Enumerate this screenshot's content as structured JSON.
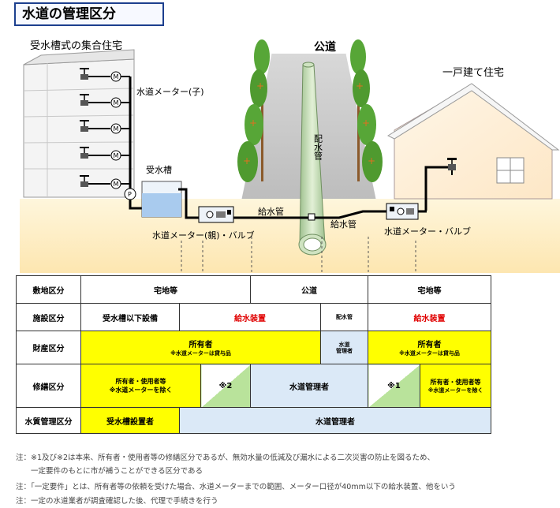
{
  "title": "水道の管理区分",
  "diagram": {
    "apartment_label": "受水槽式の集合住宅",
    "house_label": "一戸建て住宅",
    "road_label": "公道",
    "main_pipe_label": "配水管",
    "sub_meter_label": "水道メーター(子)",
    "tank_label": "受水槽",
    "service_pipe_left": "給水管",
    "service_pipe_right": "給水管",
    "parent_meter_label": "水道メーター(親)・バルブ",
    "house_meter_label": "水道メーター・バルブ",
    "meter_symbol": "M",
    "pump_symbol": "P"
  },
  "table": {
    "rows": [
      {
        "header": "敷地区分",
        "cells": [
          "宅地等",
          "公道",
          "宅地等"
        ]
      },
      {
        "header": "施設区分",
        "cells": [
          "受水槽以下設備",
          "給水装置",
          "配水管",
          "給水装置"
        ]
      },
      {
        "header": "財産区分",
        "owner_left": "所有者",
        "owner_left_note": "※水道メーターは貸与品",
        "mid_a": "水道",
        "mid_b": "管理者",
        "owner_right": "所有者",
        "owner_right_note": "※水道メーターは貸与品"
      },
      {
        "header": "修繕区分",
        "left_a": "所有者・使用者等",
        "left_b": "※水道メーターを除く",
        "mark2": "※2",
        "center": "水道管理者",
        "mark1": "※1",
        "right_a": "所有者・使用者等",
        "right_b": "※水道メーターを除く"
      },
      {
        "header": "水質管理区分",
        "cells": [
          "受水槽設置者",
          "水道管理者"
        ]
      }
    ]
  },
  "notes": [
    "注：※1及び※2は本来、所有者・使用者等の修繕区分であるが、無効水量の低減及び漏水による二次災害の防止を図るため、",
    "　　一定要件のもとに市が補うことができる区分である",
    "注：「一定要件」とは、所有者等の依頼を受けた場合、水道メーターまでの範囲、メーター口径が40mm以下の給水装置、他をいう",
    "注：一定の水道業者が調査確認した後、代理で手続きを行う"
  ],
  "colors": {
    "ground": "#fde9b8",
    "owner_yellow": "#ffff00",
    "manager_blue": "#dbe9f7",
    "hatch_green": "#b9e39b",
    "facility_red": "#e00000",
    "title_border": "#1c3f8e"
  }
}
